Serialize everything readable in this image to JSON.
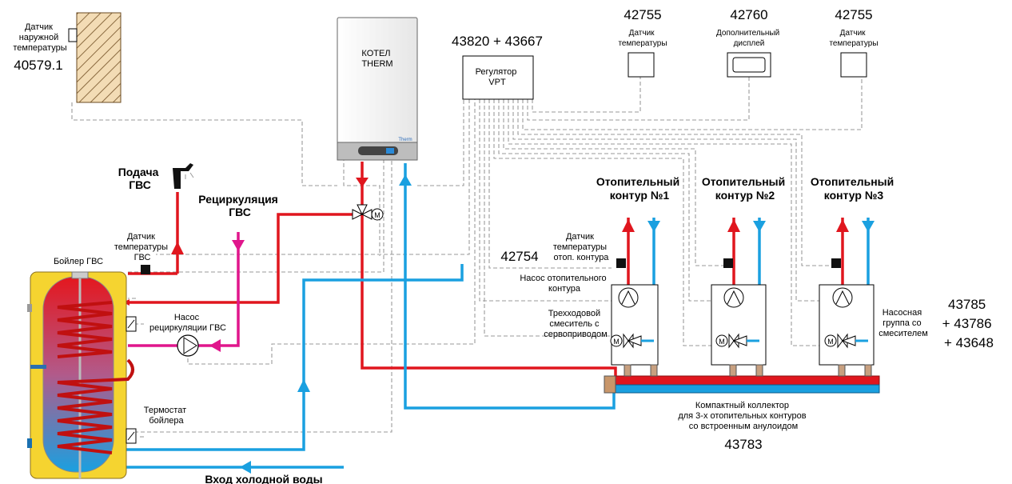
{
  "outdoor_sensor": {
    "label_lines": [
      "Датчик",
      "наружной",
      "температуры"
    ],
    "code": "40579.1"
  },
  "boiler": {
    "label_lines": [
      "КОТЕЛ",
      "THERM"
    ],
    "badge": "Therm"
  },
  "regulator": {
    "code": "43820 + 43667",
    "label_lines": [
      "Регулятор",
      "VPT"
    ]
  },
  "temp_sensor_left": {
    "code": "42755",
    "label_lines": [
      "Датчик",
      "температуры"
    ]
  },
  "extra_display": {
    "code": "42760",
    "label_lines": [
      "Дополнительный",
      "дисплей"
    ]
  },
  "temp_sensor_right": {
    "code": "42755",
    "label_lines": [
      "Датчик",
      "температуры"
    ]
  },
  "dhw_supply": {
    "label_lines": [
      "Подача",
      "ГВС"
    ]
  },
  "recirculation": {
    "label_lines": [
      "Рециркуляция",
      "ГВС"
    ]
  },
  "dhw_temp_sensor": {
    "label_lines": [
      "Датчик",
      "температуры",
      "ГВС"
    ]
  },
  "dhw_tank": {
    "label": "Бойлер ГВС"
  },
  "recirc_pump": {
    "label_lines": [
      "Насос",
      "рециркуляции ГВС"
    ]
  },
  "tank_thermostat": {
    "label_lines": [
      "Термостат",
      "бойлера"
    ]
  },
  "cold_water_inlet": {
    "label": "Вход холодной воды"
  },
  "heating_circuits": [
    {
      "label_lines": [
        "Отопительный",
        "контур №1"
      ]
    },
    {
      "label_lines": [
        "Отопительный",
        "контур №2"
      ]
    },
    {
      "label_lines": [
        "Отопительный",
        "контур №3"
      ]
    }
  ],
  "circuit_sensor": {
    "code": "42754",
    "label_lines": [
      "Датчик",
      "температуры",
      "отоп. контура"
    ]
  },
  "circuit_pump": {
    "label_lines": [
      "Насос отопительного",
      "контура"
    ]
  },
  "mixing_valve": {
    "label_lines": [
      "Трехходовой",
      "смеситель с",
      "сервоприводом"
    ]
  },
  "pump_group": {
    "label_lines": [
      "Насосная",
      "группа со",
      "смесителем"
    ],
    "codes": [
      "43785",
      "+ 43786",
      "+ 43648"
    ]
  },
  "collector": {
    "label_lines": [
      "Компактный коллектор",
      "для 3-х отопительных контуров",
      "со встроенным анулоидом"
    ],
    "code": "43783"
  },
  "colors": {
    "hot": "#e0161e",
    "cold": "#1aa0e0",
    "recirculation": "#e0168c",
    "tank_body": "#f5d430",
    "control_wiring": "#9a9a9a"
  }
}
